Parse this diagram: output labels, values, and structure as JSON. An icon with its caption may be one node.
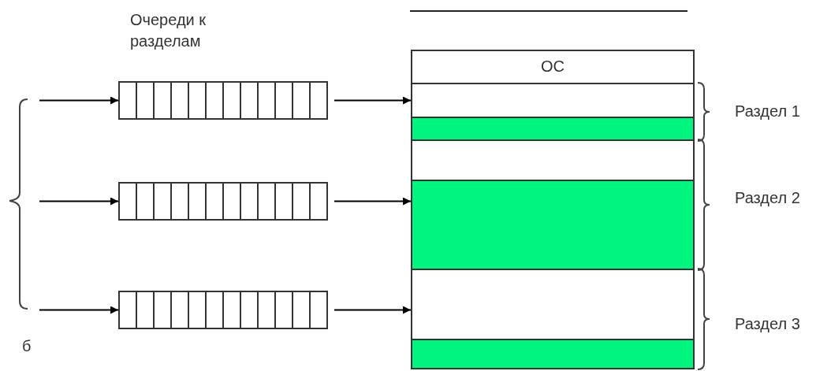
{
  "diagram": {
    "nodes": [
      {
        "text": [
          "ОС"
        ]
      },
      {
        "text": [
          "Раздел 1"
        ]
      },
      {
        "text": [
          "Раздел 2"
        ]
      },
      {
        "text": [
          "Раздел 3"
        ]
      },
      {
        "text": [],
        "shape": "box",
        "in": 1
      },
      {
        "text": [],
        "shape": "box",
        "in": 2
      },
      {
        "text": [],
        "shape": "box",
        "in": 3
      },
      {
        "text": [],
        "shape": "box"
      },
      {
        "text": [],
        "shape": "box"
      },
      {
        "text": [],
        "shape": "box"
      }
    ],
    "edges": [
      {
        "from": null,
        "to": 7,
        "arrow": "to"
      },
      {
        "from": 7,
        "to": 1,
        "arrow": "to"
      },
      {
        "from": null,
        "to": 8,
        "arrow": "to"
      },
      {
        "from": 8,
        "to": 2,
        "arrow": "to"
      },
      {
        "from": null,
        "to": 9,
        "arrow": "to"
      },
      {
        "from": 9,
        "to": 3,
        "arrow": "to"
      }
    ],
    "labels": [
      "Очереди к разделам",
      "б"
    ]
  }
}
